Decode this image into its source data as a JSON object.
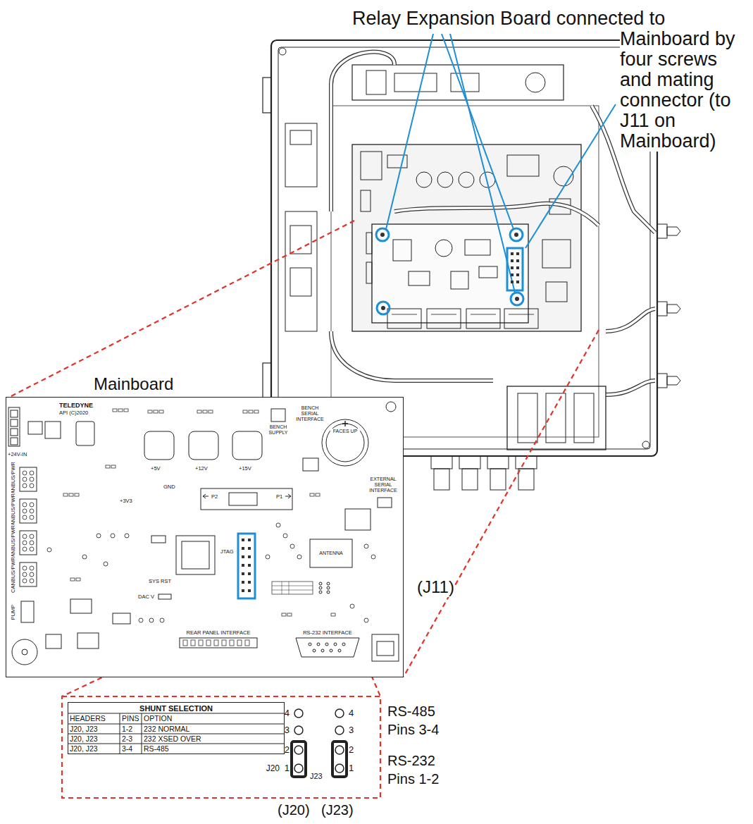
{
  "diagram": {
    "nodes": [
      {
        "text": [
          "Mainboard"
        ]
      },
      {
        "text": [
          "SHUNT SELECTION"
        ]
      }
    ],
    "labels": [
      "Relay Expansion Board connected to Mainboard by four screws and mating connector (to J11 on Mainboard)",
      "(J11)",
      "HEADERS",
      "PINS",
      "OPTION",
      "J20, J23",
      "1-2",
      "232 NORMAL",
      "J20, J23",
      "2-3",
      "232 XSED OVER",
      "J20, J23",
      "3-4",
      "RS-485",
      "4",
      "3",
      "2",
      "1",
      "J20",
      "4",
      "3",
      "2",
      "1",
      "J23",
      "RS-485 Pins 3-4",
      "RS-232 Pins 1-2",
      "(J20)",
      "(J23)",
      "TELEDYNE",
      "API (C)2020",
      "+24V-IN",
      "CANBUS/PWR",
      "CANBUS/PWR",
      "CANBUS/PWR",
      "CANBUS/PWR",
      "PUMP",
      "+5V",
      "+12V",
      "+15V",
      "GND",
      "+3V3",
      "FACES UP",
      "BENCH SUPPLY",
      "BENCH SERIAL INTERFACE",
      "EXTERNAL SERIAL INTERFACE",
      "JTAG",
      "ANTENNA",
      "SYS RST",
      "DAC V",
      "REAR PANEL INTERFACE",
      "RS-232 INTERFACE",
      "P2",
      "P1"
    ]
  }
}
